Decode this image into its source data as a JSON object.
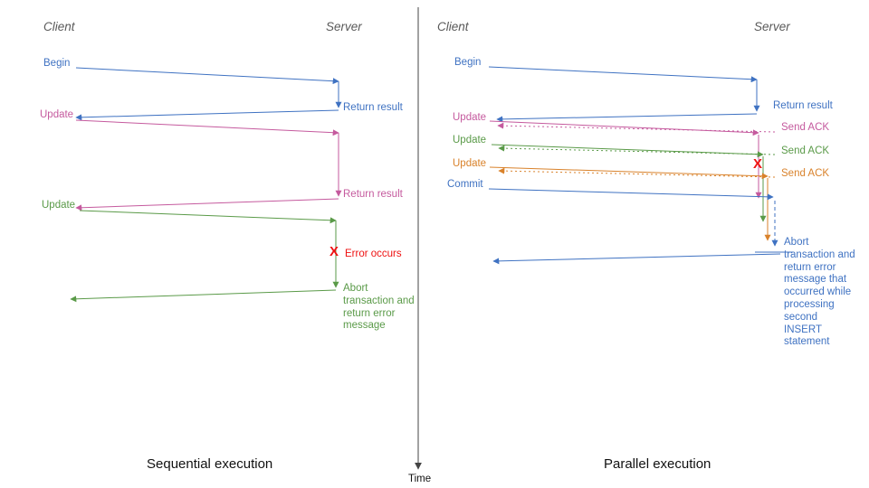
{
  "colors": {
    "blue": "#3f72c2",
    "pink": "#c55a9e",
    "green": "#5a9a48",
    "orange": "#d9822b",
    "red": "#ee1111",
    "gray": "#595959",
    "ink": "#111111",
    "axis": "#444444"
  },
  "divider": {
    "time_label": "Time"
  },
  "left": {
    "client": "Client",
    "server": "Server",
    "caption": "Sequential execution",
    "begin": "Begin",
    "return_result_1": "Return result",
    "update_1": "Update",
    "return_result_2": "Return result",
    "update_2": "Update",
    "error_mark": "X",
    "error_label": "Error occurs",
    "abort_label": "Abort transaction and return error message"
  },
  "right": {
    "client": "Client",
    "server": "Server",
    "caption": "Parallel execution",
    "begin": "Begin",
    "return_result": "Return result",
    "update_1": "Update",
    "send_ack_1": "Send ACK",
    "update_2": "Update",
    "send_ack_2": "Send ACK",
    "update_3": "Update",
    "send_ack_3": "Send ACK",
    "commit": "Commit",
    "error_mark": "X",
    "abort_label": "Abort transaction and return error message that occurred while processing second INSERT statement"
  }
}
